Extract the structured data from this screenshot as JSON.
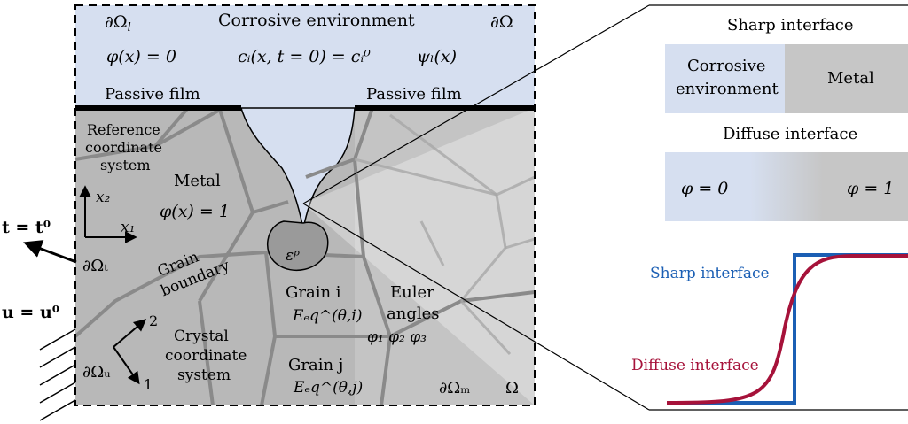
{
  "env": {
    "boundary_liquid": "∂Ω",
    "boundary_liquid_sub": "l",
    "title": "Corrosive environment",
    "boundary_outer": "∂Ω",
    "phi_zero": "φ(x) = 0",
    "concentration": "cᵢ(x, t = 0) = cᵢ⁰",
    "potential": "ψₗ(x)"
  },
  "films": {
    "left": "Passive film",
    "right": "Passive film"
  },
  "metal": {
    "ref_line1": "Reference",
    "ref_line2": "coordinate",
    "ref_line3": "system",
    "x2": "x₂",
    "x1": "x₁",
    "label": "Metal",
    "phi_one": "φ(x) = 1",
    "grain_boundary_line1": "Grain",
    "grain_boundary_line2": "boundary",
    "strain": "εᵖ",
    "grain_i": "Grain i",
    "energy_i": "Eₑq^(θ,i)",
    "grain_j": "Grain j",
    "energy_j": "Eₑq^(θ,j)",
    "euler_line1": "Euler",
    "euler_line2": "angles",
    "euler_phis": "φ₁  φ₂  φ₃",
    "crystal_line1": "Crystal",
    "crystal_line2": "coordinate",
    "crystal_line3": "system",
    "axis_2": "2",
    "axis_1": "1",
    "traction_boundary": "∂Ωₜ",
    "disp_boundary": "∂Ωᵤ",
    "metal_boundary": "∂Ωₘ",
    "domain": "Ω"
  },
  "loads": {
    "traction": "t = t⁰",
    "displacement": "u = u⁰"
  },
  "zoom": {
    "sharp_title": "Sharp interface",
    "corrosive_line1": "Corrosive",
    "corrosive_line2": "environment",
    "metal": "Metal",
    "diffuse_title": "Diffuse interface",
    "phi0": "φ = 0",
    "phi1": "φ = 1",
    "sharp_curve_label": "Sharp interface",
    "diffuse_curve_label": "Diffuse interface"
  },
  "colors": {
    "environment": "#d6dff0",
    "metal": "#b8b8b8",
    "metal_zoom": "#c8c8c8",
    "grain_boundary": "#8a8a8a",
    "sharp_curve": "#1b5fb4",
    "diffuse_curve": "#a6123a"
  }
}
